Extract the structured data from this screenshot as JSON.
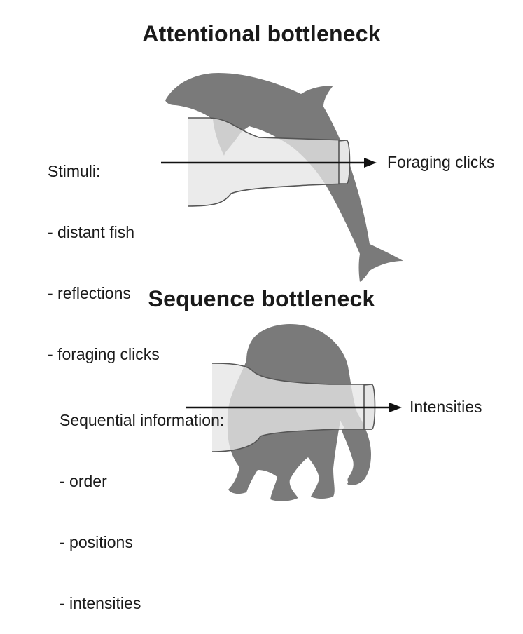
{
  "attentional": {
    "title": "Attentional bottleneck",
    "stimuli_heading": "Stimuli:",
    "stimuli_items": [
      "- distant fish",
      "- reflections",
      "- foraging clicks"
    ],
    "output_label": "Foraging clicks",
    "animal_icon": "dolphin-silhouette"
  },
  "sequence": {
    "title": "Sequence bottleneck",
    "stimuli_heading": "Sequential information:",
    "stimuli_items": [
      "- order",
      "- positions",
      "- intensities"
    ],
    "output_label": "Intensities",
    "animal_icon": "chimpanzee-silhouette"
  },
  "colors": {
    "silhouette": "#7a7a7a",
    "bottle_fill": "#e6e6e6",
    "bottle_stroke": "#555555",
    "arrow": "#111111"
  }
}
